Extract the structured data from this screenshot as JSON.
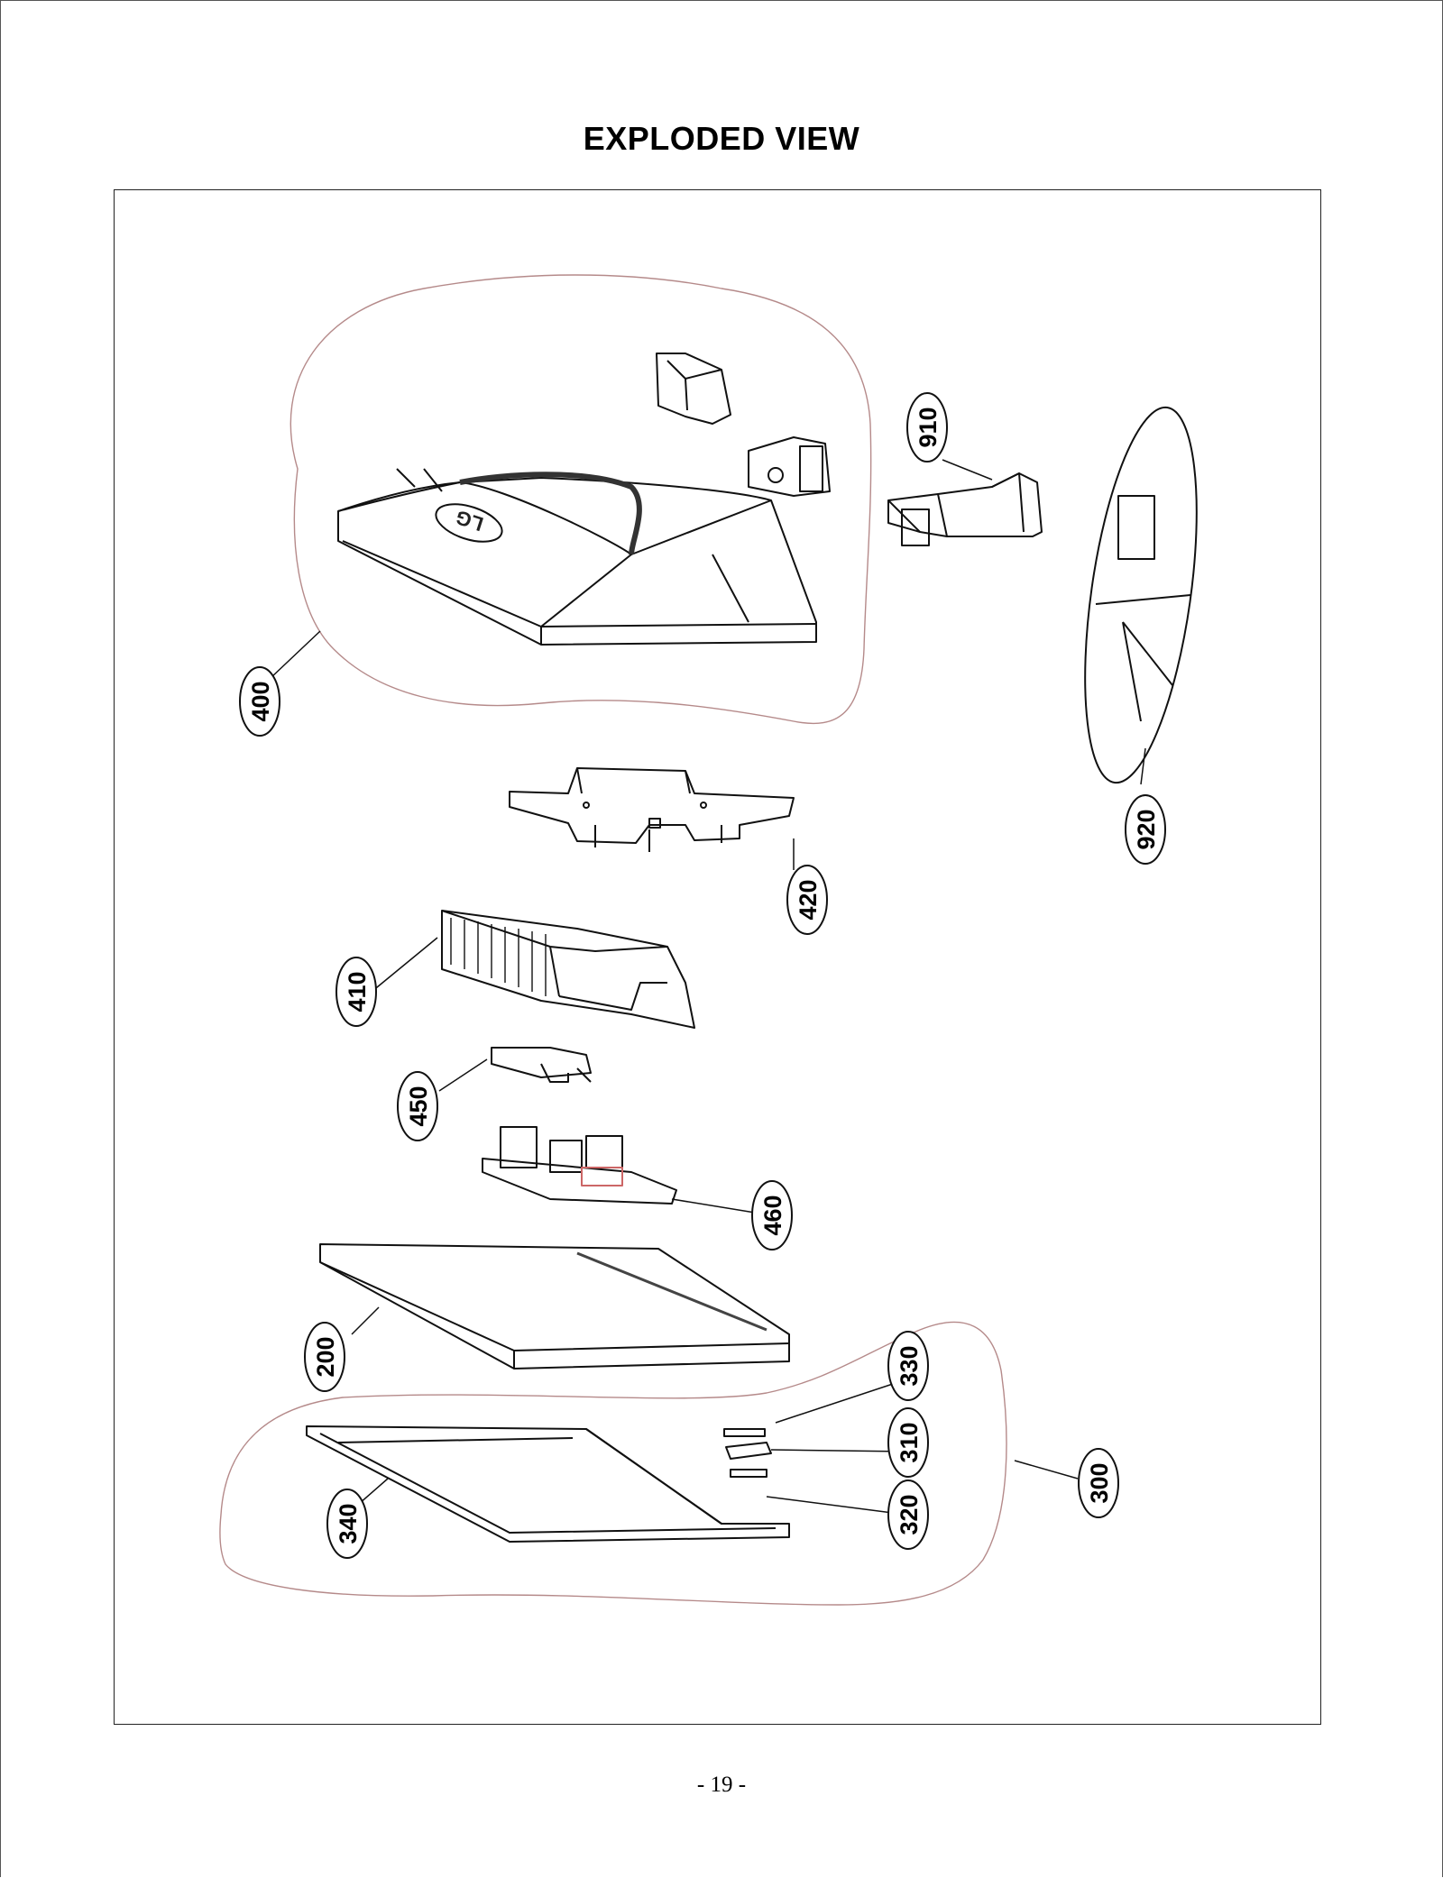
{
  "title": "EXPLODED VIEW",
  "page_number": "- 19 -",
  "logo_text": "LG",
  "callouts": [
    {
      "id": "910",
      "label": "910"
    },
    {
      "id": "400",
      "label": "400"
    },
    {
      "id": "920",
      "label": "920"
    },
    {
      "id": "420",
      "label": "420"
    },
    {
      "id": "410",
      "label": "410"
    },
    {
      "id": "450",
      "label": "450"
    },
    {
      "id": "460",
      "label": "460"
    },
    {
      "id": "200",
      "label": "200"
    },
    {
      "id": "330",
      "label": "330"
    },
    {
      "id": "310",
      "label": "310"
    },
    {
      "id": "300",
      "label": "300"
    },
    {
      "id": "340",
      "label": "340"
    },
    {
      "id": "320",
      "label": "320"
    }
  ]
}
